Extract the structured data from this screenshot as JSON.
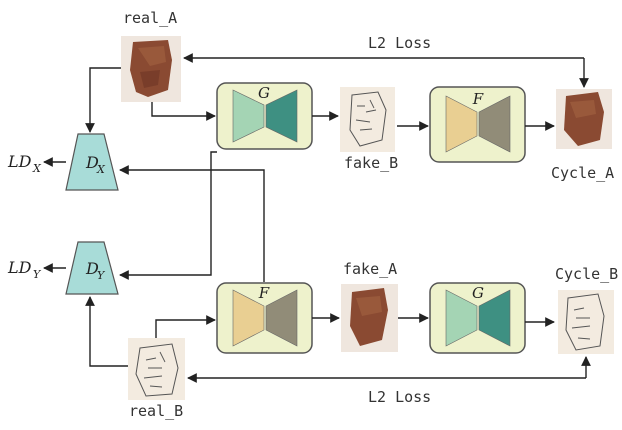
{
  "labels": {
    "real_a": "real_A",
    "real_b": "real_B",
    "fake_b": "fake_B",
    "fake_a": "fake_A",
    "cycle_a": "Cycle_A",
    "cycle_b": "Cycle_B",
    "loss_top": "L2 Loss",
    "loss_bottom": "L2 Loss"
  },
  "generators": {
    "top_g": "G",
    "top_f": "F",
    "bottom_f": "F",
    "bottom_g": "G"
  },
  "discriminators": {
    "dx_main": "D",
    "dx_sub": "X",
    "dy_main": "D",
    "dy_sub": "Y"
  },
  "outputs": {
    "ldx_main": "LD",
    "ldx_sub": "X",
    "ldy_main": "LD",
    "ldy_sub": "Y"
  },
  "colors": {
    "gen_box_fill": "#eef2cc",
    "gen_box_stroke": "#555555",
    "g_left": "#a4d4b4",
    "g_right": "#3e9082",
    "f_left": "#e9cf92",
    "f_right": "#918c78",
    "disc_fill": "#a8dcd8",
    "fragment": "#8a4a32",
    "sketch_bg": "#f3ebe0"
  }
}
